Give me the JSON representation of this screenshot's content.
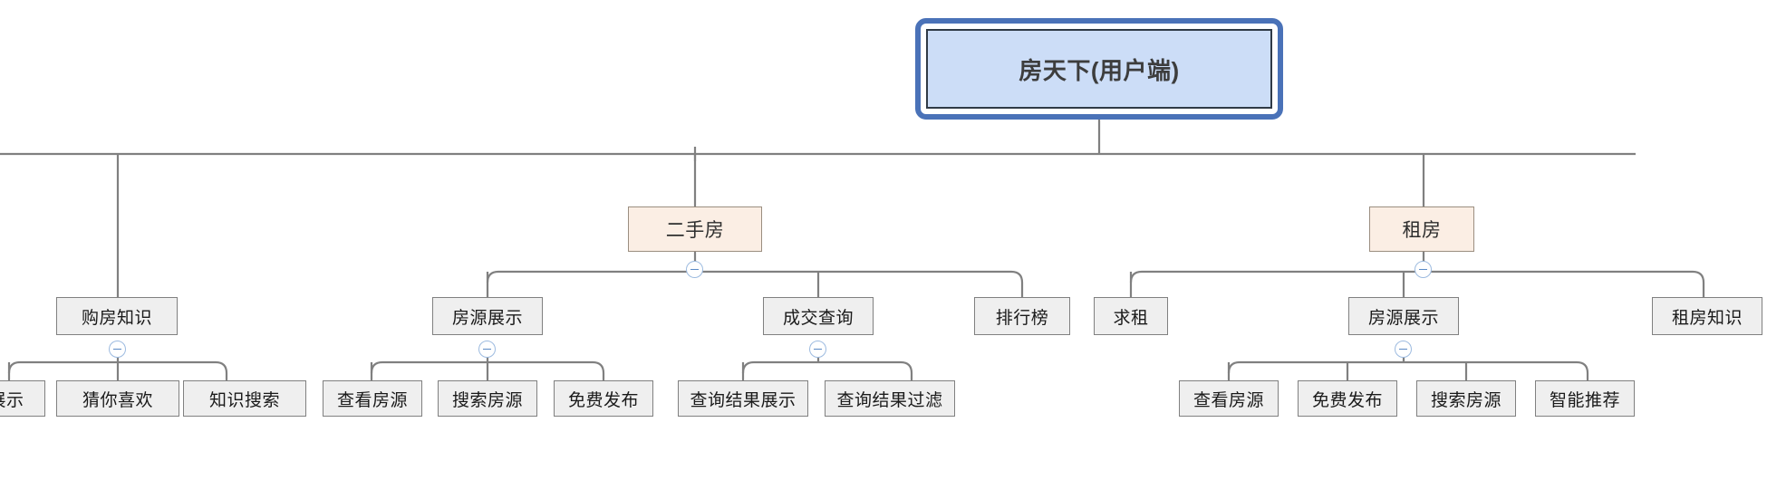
{
  "diagram": {
    "type": "mind-map",
    "title": "房天下(用户端)",
    "background": "#ffffff",
    "colors": {
      "root_fill": "#ccddf7",
      "root_halo": "#4a72b8",
      "root_border": "#2f3a46",
      "level2_fill": "#fbeee4",
      "level2_border": "#9b8e80",
      "node_fill": "#efefef",
      "node_border": "#808080",
      "link": "#808080",
      "toggle_border": "#9dbbe0",
      "toggle_sign": "#5b8ac6"
    }
  },
  "root": {
    "label": "房天下(用户端)"
  },
  "branches": [
    {
      "id": "cut-left",
      "label": "",
      "children": [
        {
          "id": "gou-fang-zhi-shi",
          "label": "购房知识",
          "toggle": "collapse-minus-icon",
          "children": [
            {
              "id": "zhan-shi",
              "label": "展示",
              "clipped": true
            },
            {
              "id": "cai-ni-xi-huan",
              "label": "猜你喜欢"
            },
            {
              "id": "zhi-shi-sou-suo",
              "label": "知识搜索"
            }
          ]
        }
      ]
    },
    {
      "id": "er-shou-fang",
      "label": "二手房",
      "toggle": "collapse-minus-icon",
      "children": [
        {
          "id": "fang-yuan-zhan-shi-1",
          "label": "房源展示",
          "toggle": "collapse-minus-icon",
          "children": [
            {
              "id": "cha-kan-fang-yuan-1",
              "label": "查看房源"
            },
            {
              "id": "sou-suo-fang-yuan-1",
              "label": "搜索房源"
            },
            {
              "id": "mian-fei-fa-bu-1",
              "label": "免费发布"
            }
          ]
        },
        {
          "id": "cheng-jiao-cha-xun",
          "label": "成交查询",
          "toggle": "collapse-minus-icon",
          "children": [
            {
              "id": "cha-xun-jie-guo-zhan-shi",
              "label": "查询结果展示"
            },
            {
              "id": "cha-xun-jie-guo-guo-lv",
              "label": "查询结果过滤"
            }
          ]
        },
        {
          "id": "pai-hang-bang",
          "label": "排行榜",
          "children": []
        }
      ]
    },
    {
      "id": "zu-fang",
      "label": "租房",
      "toggle": "collapse-minus-icon",
      "children": [
        {
          "id": "qiu-zu",
          "label": "求租",
          "children": []
        },
        {
          "id": "fang-yuan-zhan-shi-2",
          "label": "房源展示",
          "toggle": "collapse-minus-icon",
          "children": [
            {
              "id": "cha-kan-fang-yuan-2",
              "label": "查看房源"
            },
            {
              "id": "mian-fei-fa-bu-2",
              "label": "免费发布"
            },
            {
              "id": "sou-suo-fang-yuan-2",
              "label": "搜索房源"
            },
            {
              "id": "zhi-neng-tui-jian",
              "label": "智能推荐"
            }
          ]
        },
        {
          "id": "zu-fang-zhi-shi",
          "label": "租房知识",
          "children": []
        }
      ]
    }
  ],
  "nodes": {
    "root": "房天下(用户端)",
    "er_shou_fang": "二手房",
    "zu_fang": "租房",
    "gou_fang_zhi_shi": "购房知识",
    "zhan_shi": "展示",
    "cai_ni_xi_huan": "猜你喜欢",
    "zhi_shi_sou_suo": "知识搜索",
    "fang_yuan_zhan_shi_1": "房源展示",
    "cha_kan_fang_yuan_1": "查看房源",
    "sou_suo_fang_yuan_1": "搜索房源",
    "mian_fei_fa_bu_1": "免费发布",
    "cheng_jiao_cha_xun": "成交查询",
    "cha_xun_jie_guo_zhan_shi": "查询结果展示",
    "cha_xun_jie_guo_guo_lv": "查询结果过滤",
    "pai_hang_bang": "排行榜",
    "qiu_zu": "求租",
    "fang_yuan_zhan_shi_2": "房源展示",
    "cha_kan_fang_yuan_2": "查看房源",
    "mian_fei_fa_bu_2": "免费发布",
    "sou_suo_fang_yuan_2": "搜索房源",
    "zhi_neng_tui_jian": "智能推荐",
    "zu_fang_zhi_shi": "租房知识"
  }
}
